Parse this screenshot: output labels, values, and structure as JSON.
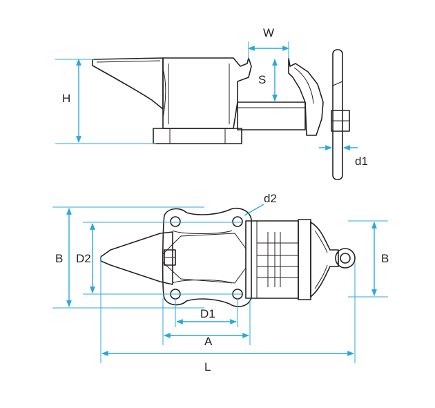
{
  "colors": {
    "dimension": "#29a8e0",
    "outline": "#231f20",
    "background": "#ffffff"
  },
  "labels": {
    "W": "W",
    "S": "S",
    "H": "H",
    "d1": "d1",
    "d2": "d2",
    "B_left": "B",
    "D2": "D2",
    "B_right": "B",
    "D1": "D1",
    "A": "A",
    "L": "L"
  }
}
